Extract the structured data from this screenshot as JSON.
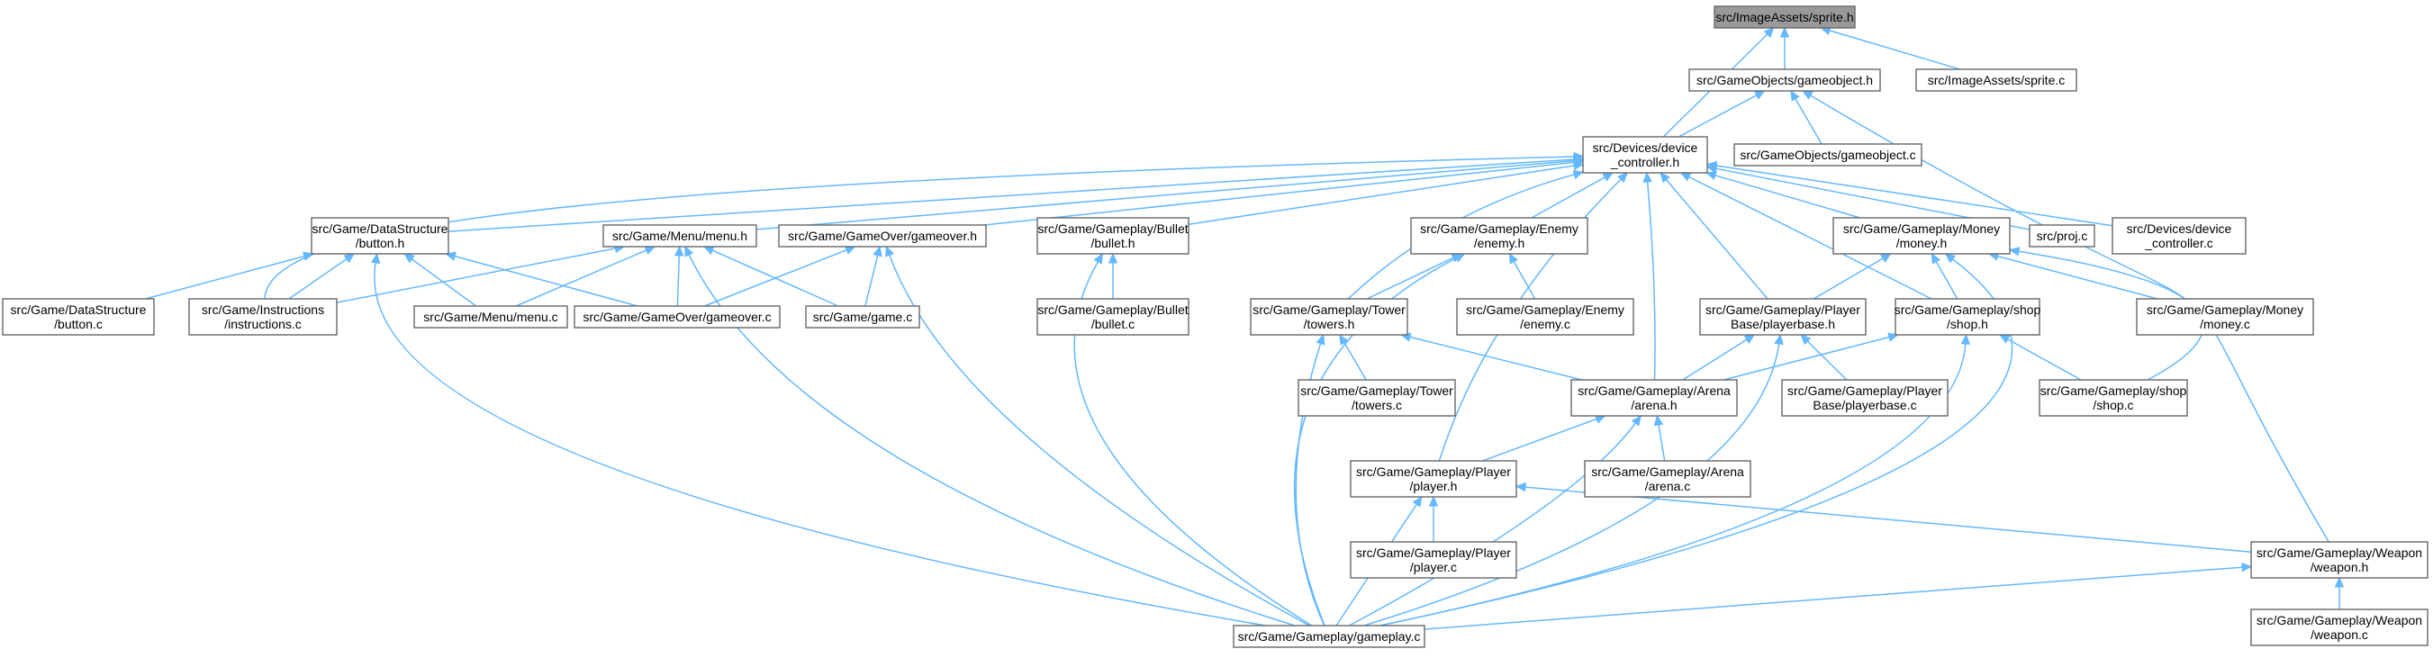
{
  "graph": {
    "accent_edge_color": "#63b8ff",
    "node_border_color": "#666666",
    "root_fill_color": "#999999",
    "nodes": [
      {
        "id": "sprite_h",
        "lines": [
          "src/ImageAssets/sprite.h"
        ],
        "root": true
      },
      {
        "id": "gameobject_h",
        "lines": [
          "src/GameObjects/gameobject.h"
        ]
      },
      {
        "id": "sprite_c",
        "lines": [
          "src/ImageAssets/sprite.c"
        ]
      },
      {
        "id": "device_controller_h",
        "lines": [
          "src/Devices/device",
          "_controller.h"
        ]
      },
      {
        "id": "gameobject_c",
        "lines": [
          "src/GameObjects/gameobject.c"
        ]
      },
      {
        "id": "button_h",
        "lines": [
          "src/Game/DataStructure",
          "/button.h"
        ]
      },
      {
        "id": "menu_h",
        "lines": [
          "src/Game/Menu/menu.h"
        ]
      },
      {
        "id": "gameover_h",
        "lines": [
          "src/Game/GameOver/gameover.h"
        ]
      },
      {
        "id": "bullet_h",
        "lines": [
          "src/Game/Gameplay/Bullet",
          "/bullet.h"
        ]
      },
      {
        "id": "enemy_h",
        "lines": [
          "src/Game/Gameplay/Enemy",
          "/enemy.h"
        ]
      },
      {
        "id": "money_h",
        "lines": [
          "src/Game/Gameplay/Money",
          "/money.h"
        ]
      },
      {
        "id": "proj_c",
        "lines": [
          "src/proj.c"
        ]
      },
      {
        "id": "device_controller_c",
        "lines": [
          "src/Devices/device",
          "_controller.c"
        ]
      },
      {
        "id": "button_c",
        "lines": [
          "src/Game/DataStructure",
          "/button.c"
        ]
      },
      {
        "id": "instructions_c",
        "lines": [
          "src/Game/Instructions",
          "/instructions.c"
        ]
      },
      {
        "id": "menu_c",
        "lines": [
          "src/Game/Menu/menu.c"
        ]
      },
      {
        "id": "gameover_c",
        "lines": [
          "src/Game/GameOver/gameover.c"
        ]
      },
      {
        "id": "game_c",
        "lines": [
          "src/Game/game.c"
        ]
      },
      {
        "id": "bullet_c",
        "lines": [
          "src/Game/Gameplay/Bullet",
          "/bullet.c"
        ]
      },
      {
        "id": "towers_h",
        "lines": [
          "src/Game/Gameplay/Tower",
          "/towers.h"
        ]
      },
      {
        "id": "enemy_c",
        "lines": [
          "src/Game/Gameplay/Enemy",
          "/enemy.c"
        ]
      },
      {
        "id": "playerbase_h",
        "lines": [
          "src/Game/Gameplay/Player",
          "Base/playerbase.h"
        ]
      },
      {
        "id": "shop_h",
        "lines": [
          "src/Game/Gameplay/shop",
          "/shop.h"
        ]
      },
      {
        "id": "money_c",
        "lines": [
          "src/Game/Gameplay/Money",
          "/money.c"
        ]
      },
      {
        "id": "towers_c",
        "lines": [
          "src/Game/Gameplay/Tower",
          "/towers.c"
        ]
      },
      {
        "id": "arena_h",
        "lines": [
          "src/Game/Gameplay/Arena",
          "/arena.h"
        ]
      },
      {
        "id": "playerbase_c",
        "lines": [
          "src/Game/Gameplay/Player",
          "Base/playerbase.c"
        ]
      },
      {
        "id": "shop_c",
        "lines": [
          "src/Game/Gameplay/shop",
          "/shop.c"
        ]
      },
      {
        "id": "player_h",
        "lines": [
          "src/Game/Gameplay/Player",
          "/player.h"
        ]
      },
      {
        "id": "arena_c",
        "lines": [
          "src/Game/Gameplay/Arena",
          "/arena.c"
        ]
      },
      {
        "id": "player_c",
        "lines": [
          "src/Game/Gameplay/Player",
          "/player.c"
        ]
      },
      {
        "id": "weapon_h",
        "lines": [
          "src/Game/Gameplay/Weapon",
          "/weapon.h"
        ]
      },
      {
        "id": "gameplay_c",
        "lines": [
          "src/Game/Gameplay/gameplay.c"
        ]
      },
      {
        "id": "weapon_c",
        "lines": [
          "src/Game/Gameplay/Weapon",
          "/weapon.c"
        ]
      }
    ],
    "edges": [
      {
        "from": "gameobject_h",
        "to": "sprite_h"
      },
      {
        "from": "sprite_c",
        "to": "sprite_h"
      },
      {
        "from": "device_controller_h",
        "to": "sprite_h"
      },
      {
        "from": "device_controller_h",
        "to": "gameobject_h"
      },
      {
        "from": "gameobject_c",
        "to": "gameobject_h"
      },
      {
        "from": "weapon_h",
        "to": "gameobject_h"
      },
      {
        "from": "button_h",
        "to": "device_controller_h"
      },
      {
        "from": "menu_h",
        "to": "device_controller_h"
      },
      {
        "from": "gameover_h",
        "to": "device_controller_h"
      },
      {
        "from": "bullet_h",
        "to": "device_controller_h"
      },
      {
        "from": "enemy_h",
        "to": "device_controller_h"
      },
      {
        "from": "money_h",
        "to": "device_controller_h"
      },
      {
        "from": "proj_c",
        "to": "device_controller_h"
      },
      {
        "from": "device_controller_c",
        "to": "device_controller_h"
      },
      {
        "from": "instructions_c",
        "to": "device_controller_h"
      },
      {
        "from": "towers_h",
        "to": "device_controller_h"
      },
      {
        "from": "playerbase_h",
        "to": "device_controller_h"
      },
      {
        "from": "shop_h",
        "to": "device_controller_h"
      },
      {
        "from": "arena_h",
        "to": "device_controller_h"
      },
      {
        "from": "player_h",
        "to": "device_controller_h"
      },
      {
        "from": "button_c",
        "to": "button_h"
      },
      {
        "from": "instructions_c",
        "to": "button_h"
      },
      {
        "from": "menu_c",
        "to": "button_h"
      },
      {
        "from": "gameover_c",
        "to": "button_h"
      },
      {
        "from": "gameplay_c",
        "to": "button_h"
      },
      {
        "from": "instructions_c",
        "to": "menu_h"
      },
      {
        "from": "menu_c",
        "to": "menu_h"
      },
      {
        "from": "gameover_c",
        "to": "menu_h"
      },
      {
        "from": "game_c",
        "to": "menu_h"
      },
      {
        "from": "gameplay_c",
        "to": "menu_h"
      },
      {
        "from": "gameover_c",
        "to": "gameover_h"
      },
      {
        "from": "game_c",
        "to": "gameover_h"
      },
      {
        "from": "gameplay_c",
        "to": "gameover_h"
      },
      {
        "from": "bullet_c",
        "to": "bullet_h"
      },
      {
        "from": "gameplay_c",
        "to": "bullet_h"
      },
      {
        "from": "towers_h",
        "to": "enemy_h"
      },
      {
        "from": "enemy_c",
        "to": "enemy_h"
      },
      {
        "from": "gameplay_c",
        "to": "enemy_h"
      },
      {
        "from": "playerbase_h",
        "to": "money_h"
      },
      {
        "from": "shop_h",
        "to": "money_h"
      },
      {
        "from": "money_c",
        "to": "money_h"
      },
      {
        "from": "shop_c",
        "to": "money_h"
      },
      {
        "from": "gameplay_c",
        "to": "money_h"
      },
      {
        "from": "towers_c",
        "to": "towers_h"
      },
      {
        "from": "arena_h",
        "to": "towers_h"
      },
      {
        "from": "gameplay_c",
        "to": "towers_h"
      },
      {
        "from": "arena_h",
        "to": "playerbase_h"
      },
      {
        "from": "playerbase_c",
        "to": "playerbase_h"
      },
      {
        "from": "gameplay_c",
        "to": "playerbase_h"
      },
      {
        "from": "arena_h",
        "to": "shop_h"
      },
      {
        "from": "shop_c",
        "to": "shop_h"
      },
      {
        "from": "gameplay_c",
        "to": "shop_h"
      },
      {
        "from": "player_h",
        "to": "arena_h"
      },
      {
        "from": "arena_c",
        "to": "arena_h"
      },
      {
        "from": "gameplay_c",
        "to": "arena_h"
      },
      {
        "from": "player_c",
        "to": "player_h"
      },
      {
        "from": "weapon_h",
        "to": "player_h"
      },
      {
        "from": "gameplay_c",
        "to": "player_h"
      },
      {
        "from": "gameplay_c",
        "to": "weapon_h"
      },
      {
        "from": "weapon_c",
        "to": "weapon_h"
      }
    ]
  }
}
